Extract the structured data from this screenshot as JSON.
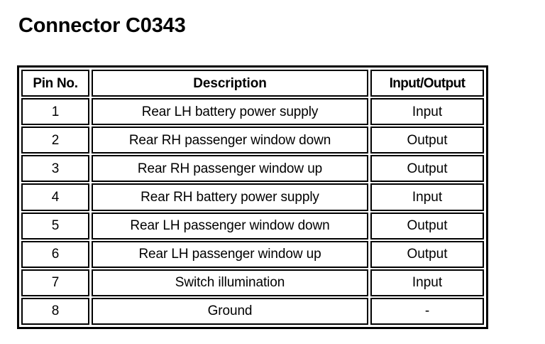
{
  "document": {
    "title": "Connector C0343"
  },
  "table": {
    "headers": {
      "pin": "Pin No.",
      "description": "Description",
      "io": "Input/Output"
    },
    "rows": [
      {
        "pin": "1",
        "description": "Rear LH battery power supply",
        "io": "Input"
      },
      {
        "pin": "2",
        "description": "Rear RH passenger window down",
        "io": "Output"
      },
      {
        "pin": "3",
        "description": "Rear RH passenger window up",
        "io": "Output"
      },
      {
        "pin": "4",
        "description": "Rear RH battery power supply",
        "io": "Input"
      },
      {
        "pin": "5",
        "description": "Rear LH passenger window down",
        "io": "Output"
      },
      {
        "pin": "6",
        "description": "Rear LH passenger window up",
        "io": "Output"
      },
      {
        "pin": "7",
        "description": "Switch illumination",
        "io": "Input"
      },
      {
        "pin": "8",
        "description": "Ground",
        "io": "-"
      }
    ]
  },
  "colors": {
    "background": "#ffffff",
    "text": "#000000",
    "border": "#000000"
  }
}
